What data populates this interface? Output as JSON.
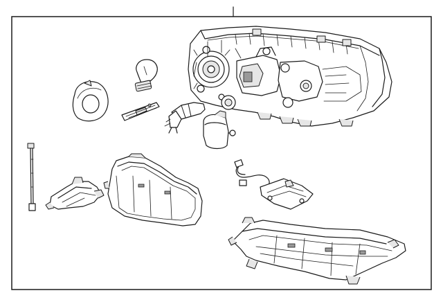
{
  "diagram": {
    "background_color": "#ffffff",
    "frame_color": "#1a1a1a",
    "line_color": "#1a1a1a",
    "parts": [
      {
        "id": "headlamp-assembly"
      },
      {
        "id": "bulb-socket-cover"
      },
      {
        "id": "turn-signal-bulb"
      },
      {
        "id": "marker-lamp-bulb"
      },
      {
        "id": "headlamp-bulb"
      },
      {
        "id": "adjuster-cap"
      },
      {
        "id": "wire-harness-strap"
      },
      {
        "id": "mounting-bracket"
      },
      {
        "id": "rear-cover"
      },
      {
        "id": "control-module"
      },
      {
        "id": "lower-shield"
      }
    ]
  }
}
